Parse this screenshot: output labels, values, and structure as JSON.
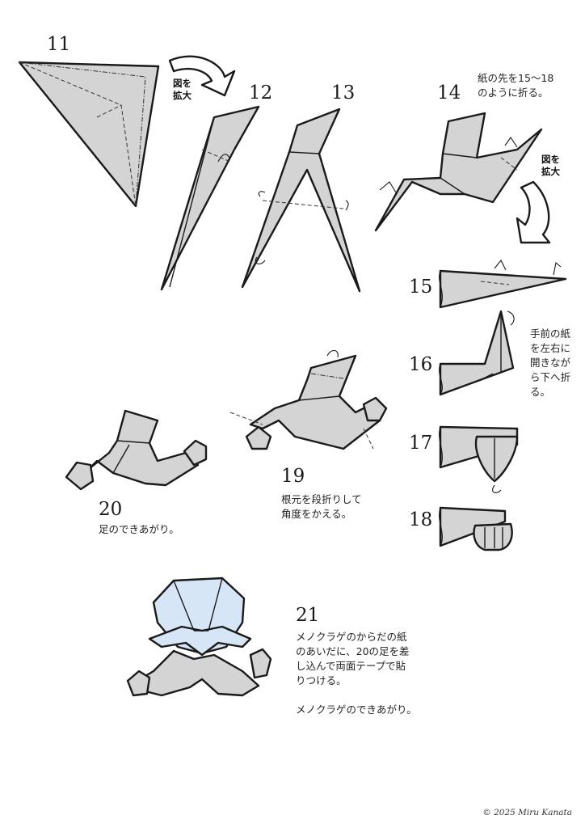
{
  "steps": [
    {
      "num": "11",
      "text": []
    },
    {
      "num": "12",
      "text": []
    },
    {
      "num": "13",
      "text": []
    },
    {
      "num": "14",
      "text": [
        "紙の先を15〜18",
        "のように折る。"
      ]
    },
    {
      "num": "15",
      "text": []
    },
    {
      "num": "16",
      "text": [
        "手前の紙",
        "を左右に",
        "開きなが",
        "ら下へ折",
        "る。"
      ]
    },
    {
      "num": "17",
      "text": []
    },
    {
      "num": "18",
      "text": []
    },
    {
      "num": "19",
      "text": [
        "根元を段折りして",
        "角度をかえる。"
      ]
    },
    {
      "num": "20",
      "text": [
        "足のできあがり。"
      ]
    },
    {
      "num": "21",
      "text": [
        "メノクラゲのからだの紙",
        "のあいだに、20の足を差",
        "し込んで両面テープで貼",
        "りつける。",
        "",
        "メノクラゲのできあがり。"
      ]
    }
  ],
  "enlarge_labels": [
    [
      "図を",
      "拡大"
    ],
    [
      "図を",
      "拡大"
    ]
  ],
  "copyright": "© 2025 Miru Kanata",
  "colors": {
    "paper_gray": "#d4d4d4",
    "bell_blue": "#d6e6f7",
    "line": "#1a1a1a"
  }
}
